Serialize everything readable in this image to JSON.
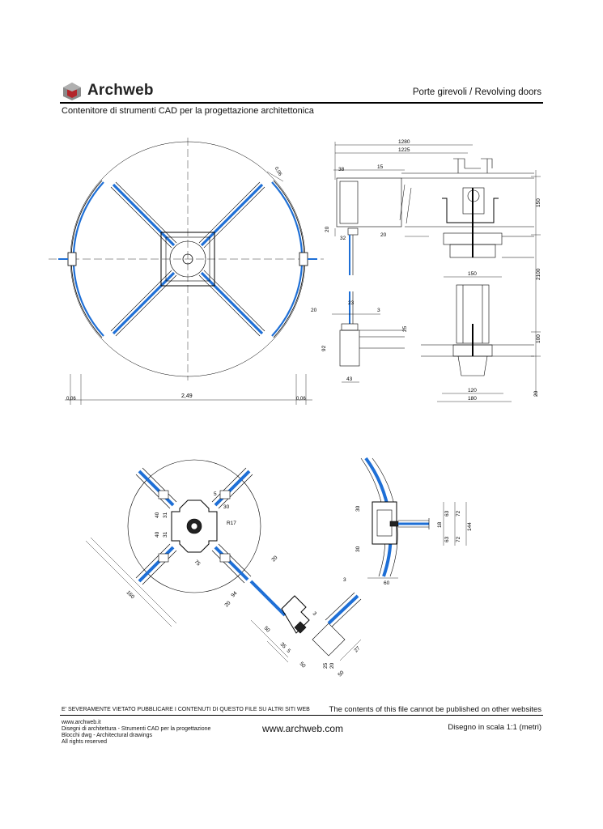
{
  "header": {
    "brand": "Archweb",
    "section": "Porte girevoli  /  Revolving doors",
    "subtitle": "Contenitore di strumenti CAD per la progettazione architettonica"
  },
  "plan_top": {
    "dims": {
      "overall": "2,49",
      "left_gap": "0,06",
      "right_gap": "0,06",
      "leaf_gap": "0,06"
    }
  },
  "section_view": {
    "dims": {
      "d1280": "1280",
      "d1225": "1225",
      "d38": "38",
      "d15": "15",
      "d20a": "20",
      "d32": "32",
      "d20b": "20",
      "d150h": "150",
      "d2100": "2100",
      "d150w": "150",
      "d20c": "20",
      "d23": "23",
      "d3": "3",
      "d25": "25",
      "d92": "92",
      "d43": "43",
      "d100": "100",
      "d120": "120",
      "d180": "180",
      "d20d": "20"
    }
  },
  "detail_hub": {
    "dims": {
      "d40a": "40",
      "d31a": "31",
      "d40b": "40",
      "d31b": "31",
      "d5": "5",
      "d30": "30",
      "r17": "R17",
      "d75": "75",
      "d160": "160",
      "d20": "20",
      "d20b": "20",
      "d94": "94"
    }
  },
  "detail_leaf": {
    "dims": {
      "d50a": "50",
      "d35": "35",
      "d5": "5",
      "d50b": "50",
      "d3": "3",
      "d27": "27",
      "d25": "25",
      "d20": "20",
      "d50c": "50"
    }
  },
  "detail_edge": {
    "dims": {
      "d30a": "30",
      "d30b": "30",
      "d3": "3",
      "d60": "60",
      "d63a": "63",
      "d72a": "72",
      "d18": "18",
      "d63b": "63",
      "d72b": "72",
      "d144": "144"
    }
  },
  "footer": {
    "warning_it": "E' SEVERAMENTE VIETATO PUBBLICARE I CONTENUTI DI QUESTO FILE SU ALTRI SITI WEB",
    "warning_en": "The contents of this file cannot be published on other websites",
    "lines": [
      "www.archweb.it",
      "Disegni di architettura - Strumenti CAD  per la progettazione",
      "Blocchi dwg - Architectural drawings",
      "All rights reserved"
    ],
    "site": "www.archweb.com",
    "scale": "Disegno in scala 1:1 (metri)"
  },
  "colors": {
    "glass": "#1e6fd6",
    "logo_red": "#b3262b",
    "logo_gray": "#8a8a8a"
  }
}
